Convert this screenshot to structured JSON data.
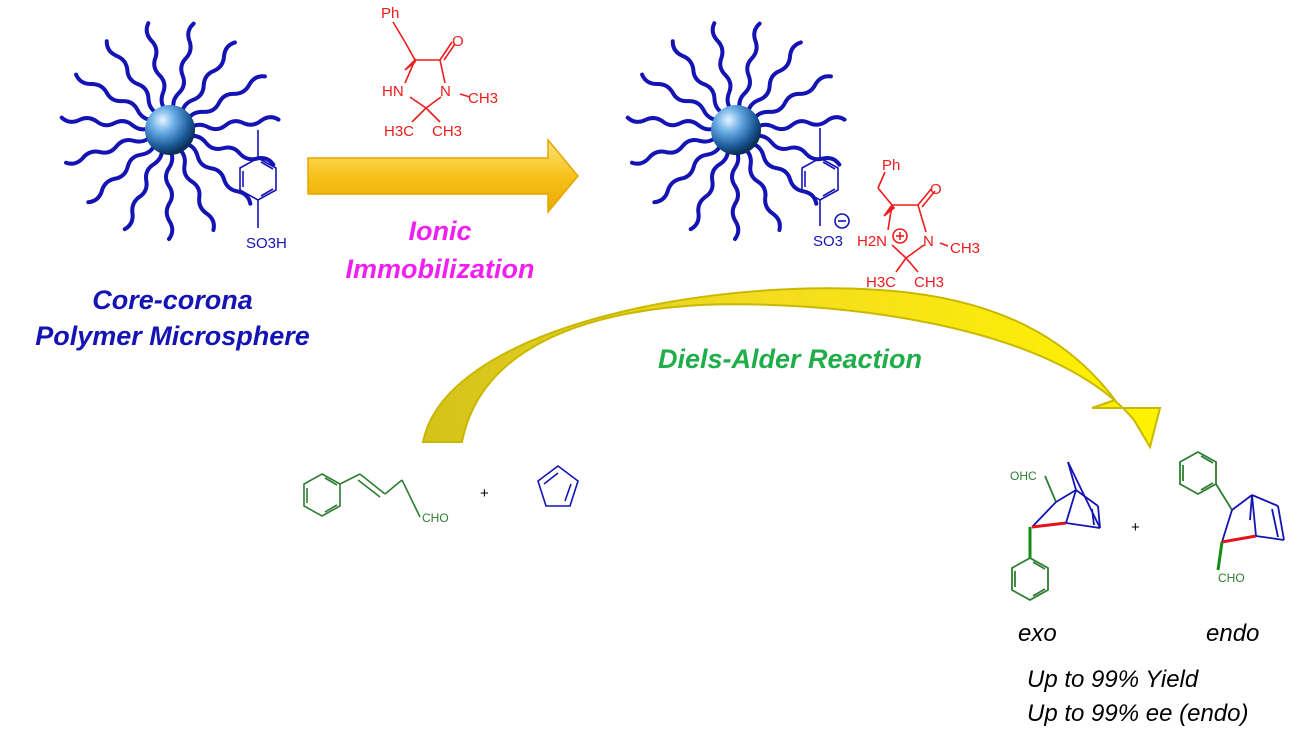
{
  "labels": {
    "microsphere_line1": "Core-corona",
    "microsphere_line2": "Polymer Microsphere",
    "ionic_line1": "Ionic",
    "ionic_line2": "Immobilization",
    "diels_alder": "Diels-Alder Reaction",
    "exo": "exo",
    "endo": "endo",
    "result_yield": "Up to 99% Yield",
    "result_ee": "Up to 99% ee (endo)"
  },
  "chem": {
    "ph": "Ph",
    "o": "O",
    "hn": "HN",
    "n": "N",
    "ch3": "CH3",
    "h3c": "H3C",
    "so3h": "SO3H",
    "so3": "SO3",
    "h2n": "H2N",
    "plus_charge": "+",
    "minus_charge": "−",
    "cho": "CHO",
    "ohc": "OHC",
    "plus": "+"
  },
  "colors": {
    "polymer": "#1414b4",
    "catalyst": "#ee1c1c",
    "ionic_text": "#f020f0",
    "diels_text": "#1fae4a",
    "arrow": "#f6c21a",
    "reactant_green": "#2e7d32",
    "bond_red": "#e3141c",
    "bond_green": "#128c12"
  }
}
